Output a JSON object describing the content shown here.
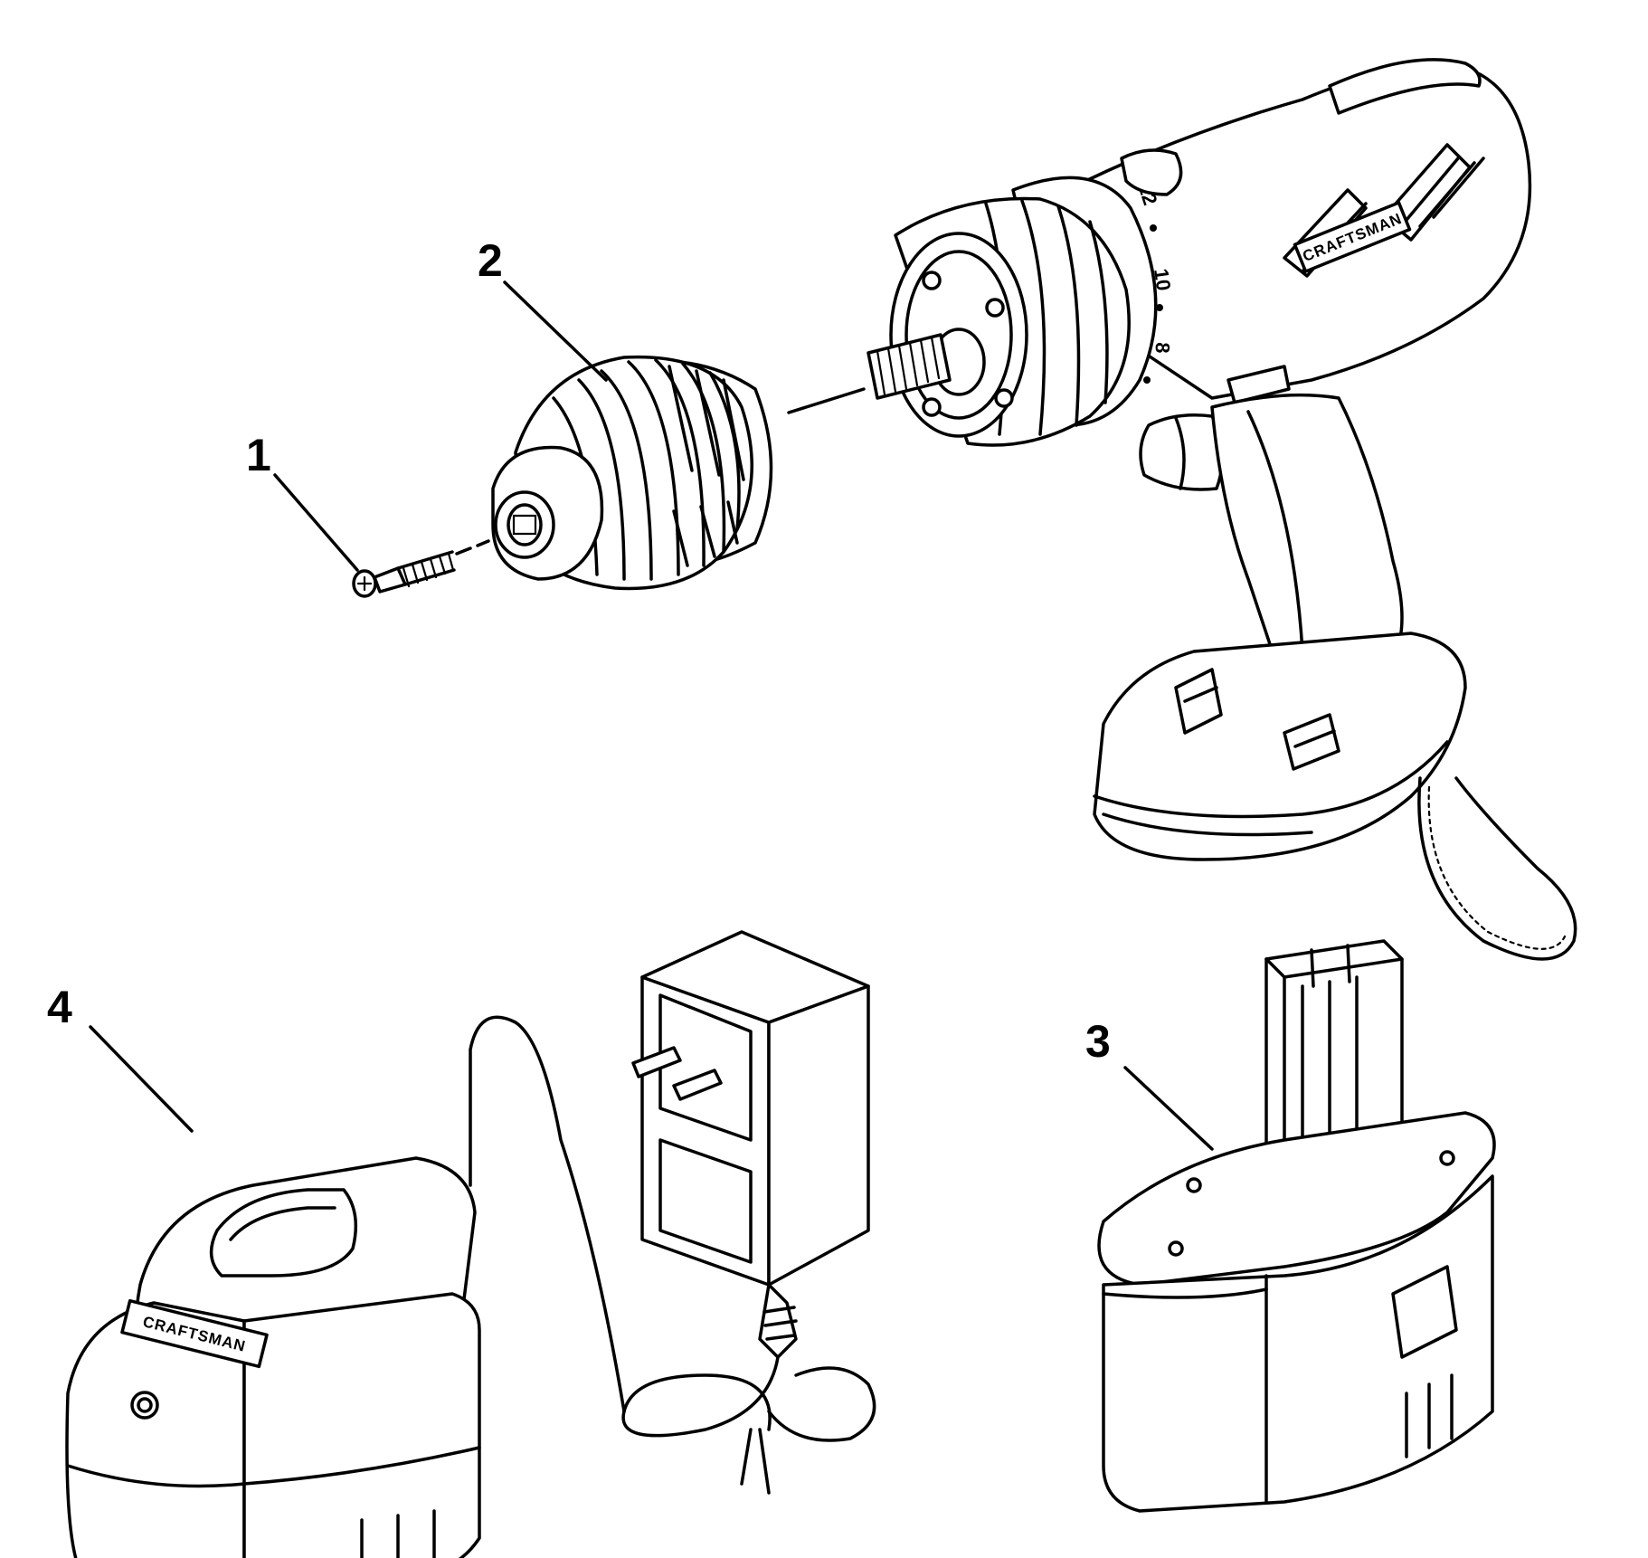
{
  "callouts": [
    {
      "id": "1",
      "label": "1"
    },
    {
      "id": "2",
      "label": "2"
    },
    {
      "id": "3",
      "label": "3"
    },
    {
      "id": "4",
      "label": "4"
    }
  ],
  "brand_text": "CRAFTSMAN",
  "clutch_dial": {
    "mark_12": "12",
    "mark_10": "10",
    "mark_8": "8"
  },
  "colors": {
    "ink": "#000000",
    "paper": "#ffffff"
  }
}
